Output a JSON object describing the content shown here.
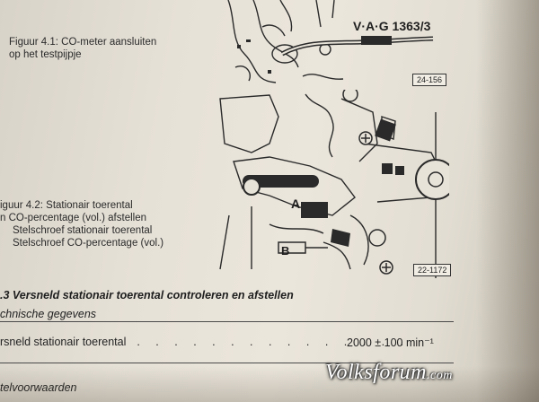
{
  "caption_fig1": {
    "line1": "Figuur 4.1: CO-meter aansluiten",
    "line2": "op het testpijpje"
  },
  "fig1": {
    "tool_label": "V·A·G 1363/3",
    "ref": "24-156"
  },
  "caption_fig2": {
    "line1": "iguur 4.2: Stationair toerental",
    "line2": "n CO-percentage (vol.) afstellen",
    "line3": "Stelschroef stationair toerental",
    "line4": "Stelschroef CO-percentage (vol.)"
  },
  "fig2": {
    "label_a": "A",
    "label_b": "B",
    "ref": "22-1172"
  },
  "section": {
    "title": ".3 Versneld stationair toerental controleren en afstellen"
  },
  "specs": {
    "heading": "chnische gegevens",
    "row_label": "rsneld stationair toerental",
    "row_dots": ". . . . . . . . . . . . . . .",
    "row_value": "2000 ± 100 min⁻¹"
  },
  "conditions": {
    "heading": "telvoorwaarden"
  },
  "watermark": {
    "text": "Volksforum",
    "suffix": ".com"
  }
}
